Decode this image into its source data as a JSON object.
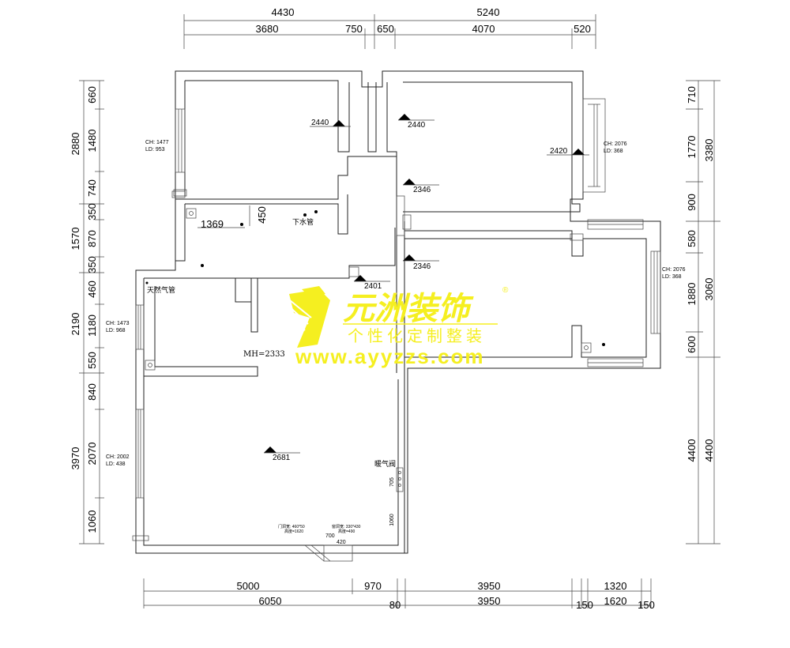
{
  "dimensions": {
    "top_total": [
      "4430",
      "5240"
    ],
    "top_detail": [
      "3680",
      "750",
      "650",
      "4070",
      "520"
    ],
    "bottom_detail": [
      "5000",
      "970",
      "3950",
      "1320"
    ],
    "bottom_total": [
      "6050",
      "80",
      "3950",
      "150",
      "1620",
      "150"
    ],
    "left_total": [
      "2880",
      "1570",
      "2190",
      "3970"
    ],
    "left_detail": [
      "660",
      "1480",
      "740",
      "350",
      "870",
      "350",
      "460",
      "1180",
      "550",
      "840",
      "2070",
      "1060"
    ],
    "right_total": [
      "3380",
      "3060",
      "4400"
    ],
    "right_detail": [
      "710",
      "1770",
      "900",
      "580",
      "1880",
      "600",
      "4400"
    ]
  },
  "heights": [
    "2440",
    "2440",
    "2420",
    "2346",
    "2346",
    "2401",
    "2681"
  ],
  "window_notes": {
    "w1": {
      "ch": "CH: 1477",
      "ld": "LD:  953"
    },
    "w2": {
      "ch": "CH: 2076",
      "ld": "LD:  368"
    },
    "w3": {
      "ch": "CH: 2076",
      "ld": "LD:  368"
    },
    "w4": {
      "ch": "CH: 1473",
      "ld": "LD:  968"
    },
    "w5": {
      "ch": "CH: 2002",
      "ld": "LD:  438"
    }
  },
  "labels": {
    "beam_width": "1369",
    "beam_depth": "450",
    "drain_pipe": "下水管",
    "gas_pipe": "天然气管",
    "room_height": "MH=2333",
    "heating_valve": "暖气阀",
    "dim_705": "705",
    "dim_1060": "1060",
    "dim_700": "700",
    "dim_420": "420",
    "door_note_1": "门洞宽: 460*50",
    "door_note_2": "高度=1620",
    "door_note_3": "窗洞宽: 330*430",
    "door_note_4": "高度=490"
  },
  "watermark": {
    "title": "元洲装饰",
    "subtitle": "个性化定制整装",
    "url": "www.ayyzzs.com",
    "registered": "®",
    "color": "#f5ef20"
  }
}
